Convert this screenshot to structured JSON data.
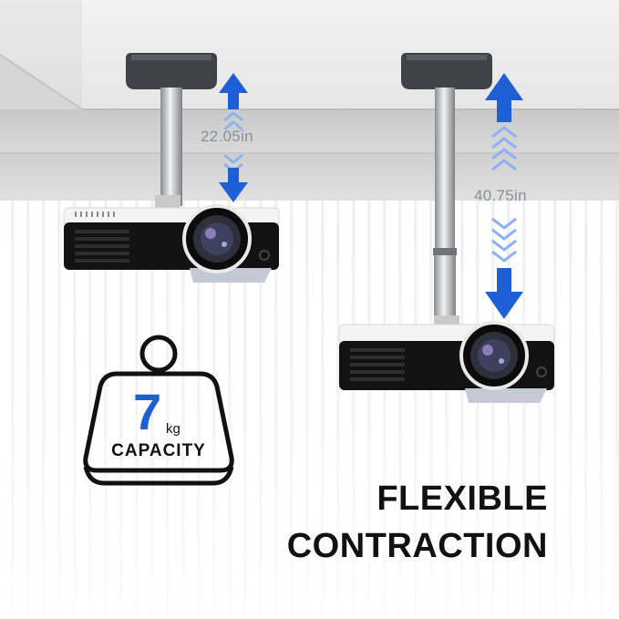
{
  "scene": {
    "subject": "ceiling projector mount"
  },
  "measurements": {
    "short": "22.05in",
    "long": "40.75in"
  },
  "capacity": {
    "number": "7",
    "unit": "kg",
    "label": "CAPACITY"
  },
  "headline": {
    "line1": "FLEXIBLE",
    "line2": "CONTRACTION"
  },
  "colors": {
    "accent_blue": "#1f5fd6",
    "text_dark": "#111111",
    "measure_text": "#8a8f99"
  }
}
